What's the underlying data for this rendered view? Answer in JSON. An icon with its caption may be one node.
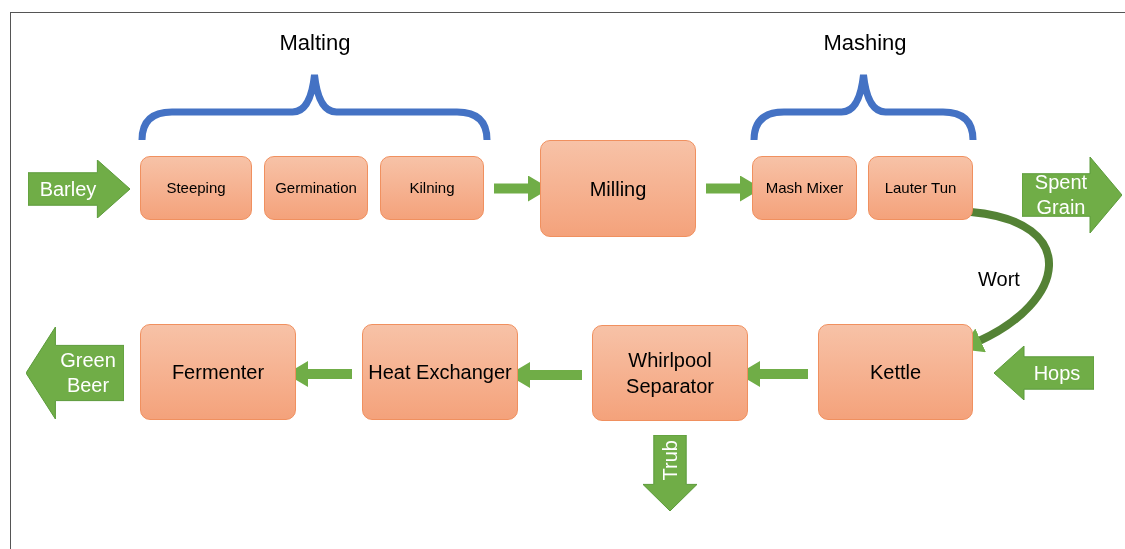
{
  "diagram": {
    "nodes": [
      {
        "text": [
          "Barley"
        ]
      },
      {
        "text": [
          "Steeping"
        ]
      },
      {
        "text": [
          "Germination"
        ]
      },
      {
        "text": [
          "Kilning"
        ]
      },
      {
        "text": [
          "Milling"
        ]
      },
      {
        "text": [
          "Mash Mixer"
        ]
      },
      {
        "text": [
          "Lauter Tun"
        ]
      },
      {
        "text": [
          "Spent Grain"
        ]
      },
      {
        "text": [
          "Green Beer"
        ]
      },
      {
        "text": [
          "Fermenter"
        ]
      },
      {
        "text": [
          "Heat Exchanger"
        ]
      },
      {
        "text": [
          "Whirlpool Separator"
        ]
      },
      {
        "text": [
          "Kettle"
        ]
      },
      {
        "text": [
          "Hops"
        ]
      },
      {
        "text": [
          "Trub"
        ]
      }
    ],
    "edges": [
      {
        "from": 3,
        "to": 4,
        "arrow": "to"
      },
      {
        "from": 4,
        "to": 5,
        "arrow": "to"
      },
      {
        "from": 6,
        "to": 12,
        "arrow": "to",
        "label": "Wort"
      },
      {
        "from": 12,
        "to": 11,
        "arrow": "to"
      },
      {
        "from": 11,
        "to": 10,
        "arrow": "to"
      },
      {
        "from": 10,
        "to": 9,
        "arrow": "to"
      }
    ],
    "labels": [
      "Malting",
      "Mashing"
    ]
  }
}
